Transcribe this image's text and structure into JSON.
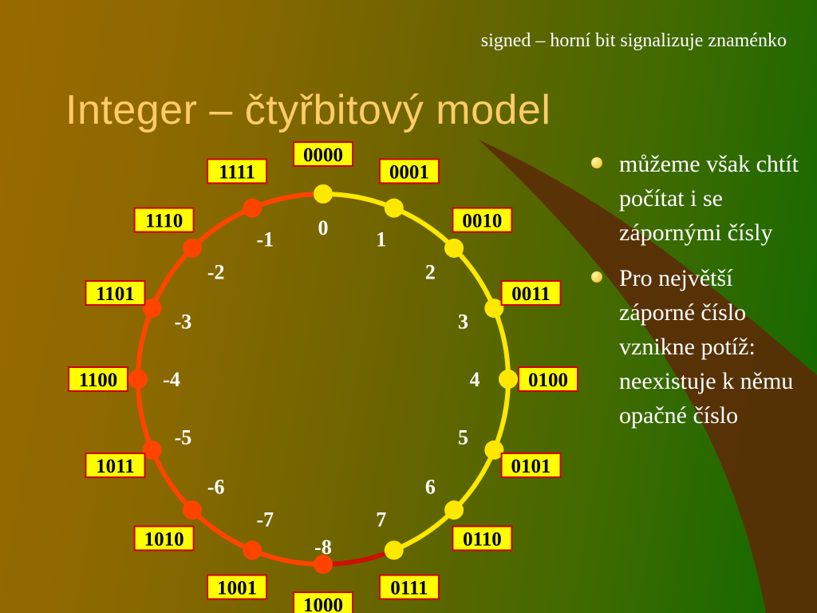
{
  "slide": {
    "subtitle": "signed – horní bit signalizuje znaménko",
    "title": "Integer – čtyřbitový model"
  },
  "wheel": {
    "positions": [
      {
        "binary": "0000",
        "value": "0"
      },
      {
        "binary": "0001",
        "value": "1"
      },
      {
        "binary": "0010",
        "value": "2"
      },
      {
        "binary": "0011",
        "value": "3"
      },
      {
        "binary": "0100",
        "value": "4"
      },
      {
        "binary": "0101",
        "value": "5"
      },
      {
        "binary": "0110",
        "value": "6"
      },
      {
        "binary": "0111",
        "value": "7"
      },
      {
        "binary": "1000",
        "value": "-8"
      },
      {
        "binary": "1001",
        "value": "-7"
      },
      {
        "binary": "1010",
        "value": "-6"
      },
      {
        "binary": "1011",
        "value": "-5"
      },
      {
        "binary": "1100",
        "value": "-4"
      },
      {
        "binary": "1101",
        "value": "-3"
      },
      {
        "binary": "1110",
        "value": "-2"
      },
      {
        "binary": "1111",
        "value": "-1"
      }
    ],
    "colors": {
      "positive_arc": "#ffe800",
      "negative_arc": "#ff4400",
      "positive_dot": "#ffe800",
      "negative_dot": "#ff4400",
      "label_box": "#ffff00",
      "label_border": "#cc0000"
    }
  },
  "bullets": [
    "můžeme však chtít počítat i se zápornými čísly",
    "Pro největší záporné číslo vznikne potíž: neexistuje k němu opačné číslo"
  ]
}
